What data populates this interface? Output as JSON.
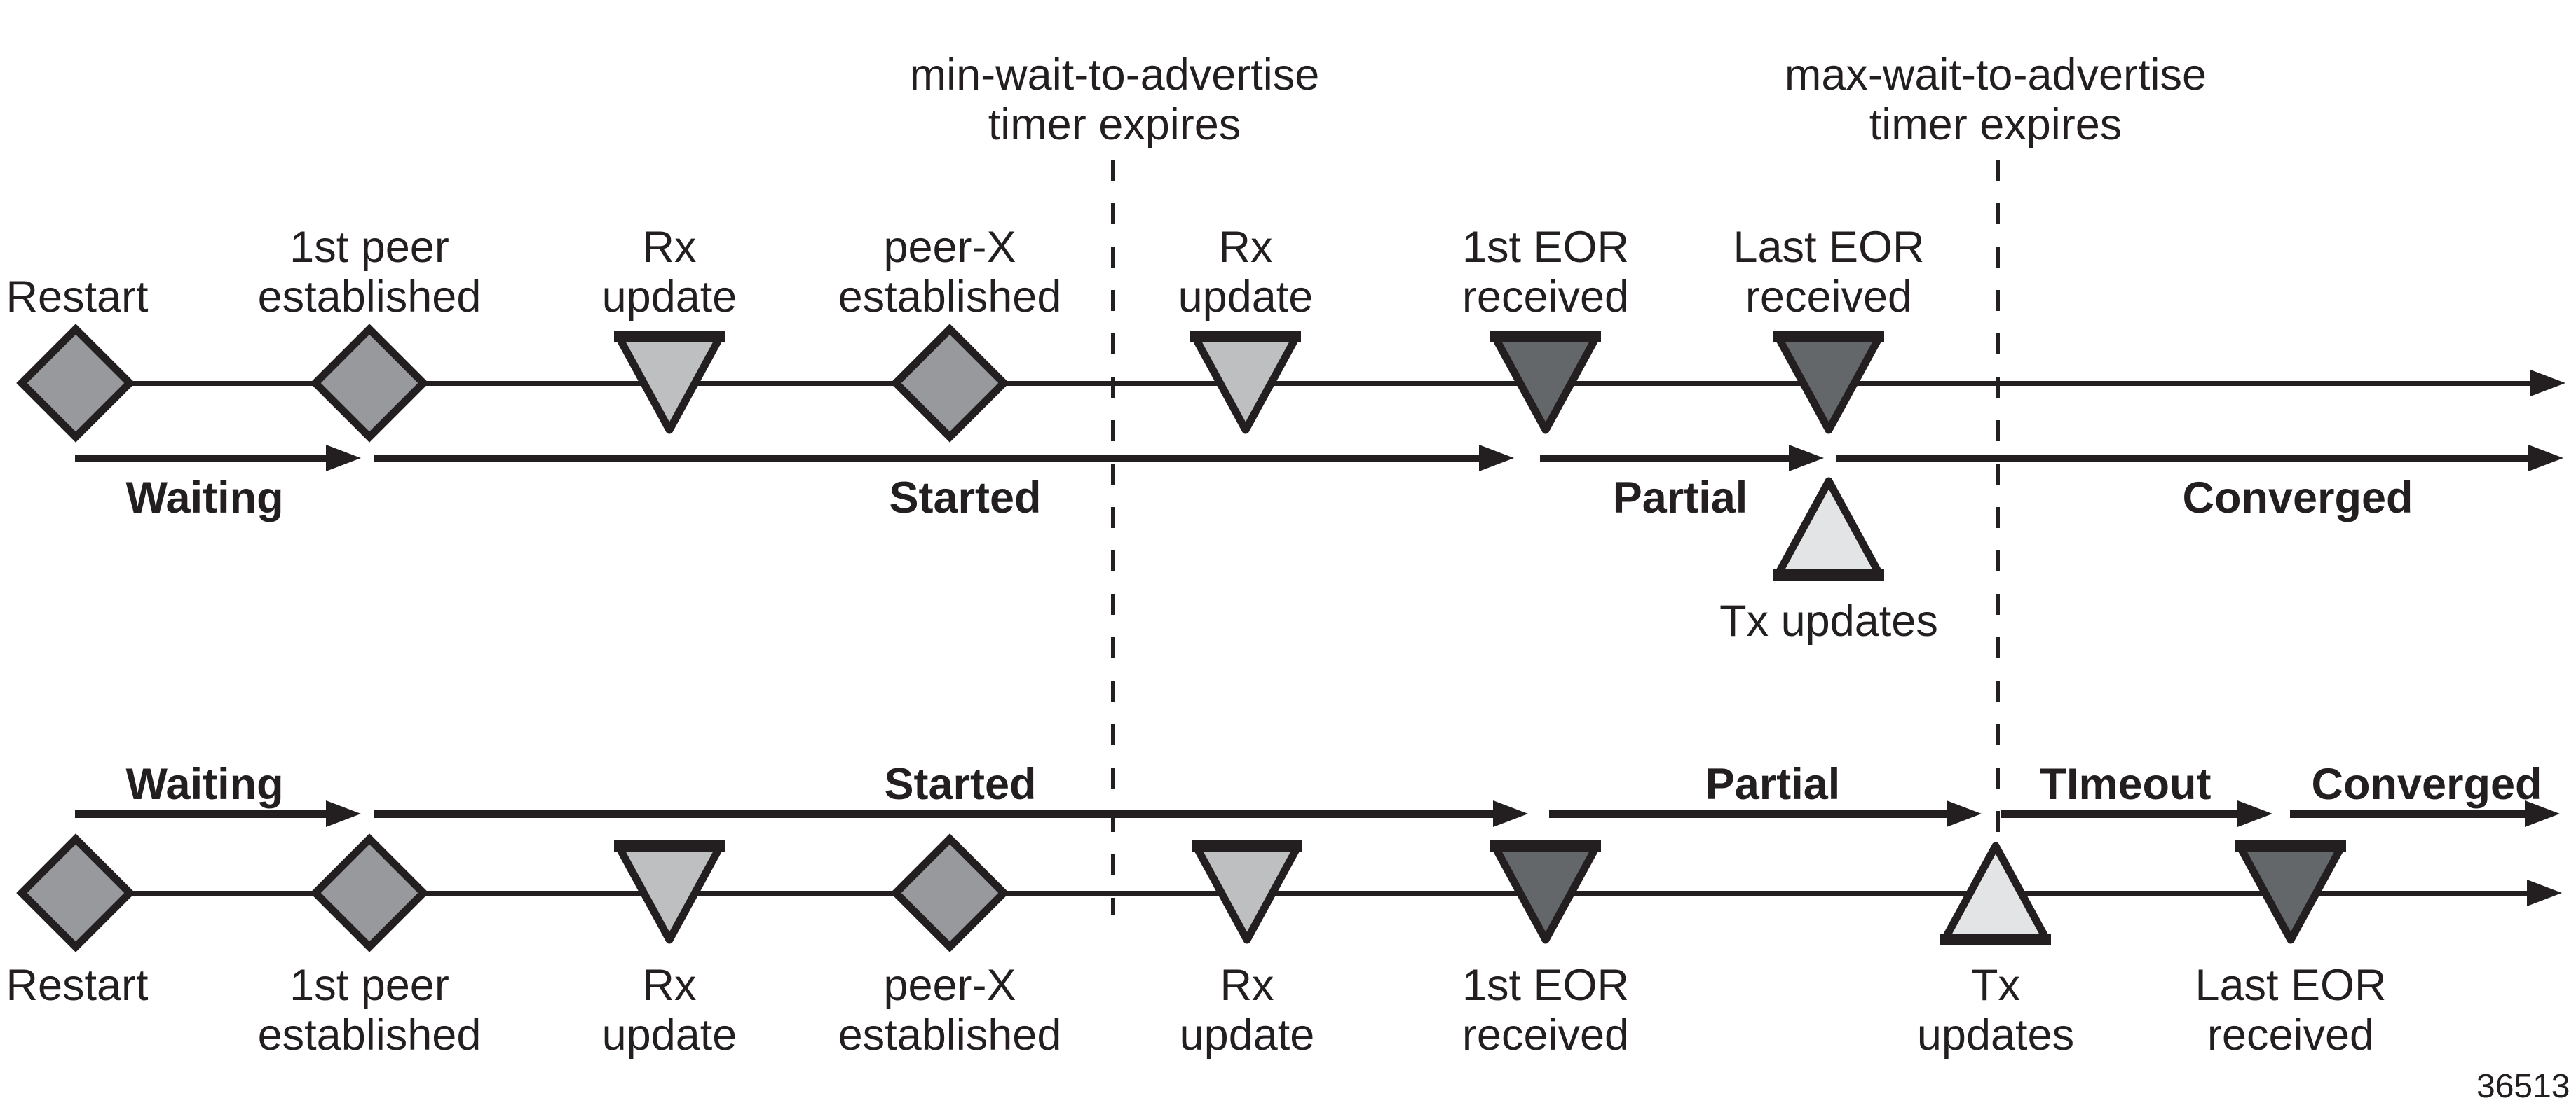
{
  "figure_number": "36513",
  "colors": {
    "ink": "#231f20",
    "diamond_fill": "#97999c",
    "rx_triangle_fill": "#bdbfc1",
    "eor_triangle_fill": "#64676a",
    "tx_triangle_fill": "#e3e4e5",
    "background": "#ffffff"
  },
  "timers": {
    "min": {
      "label": "min-wait-to-advertise\ntimer expires"
    },
    "max": {
      "label": "max-wait-to-advertise\ntimer expires"
    }
  },
  "top": {
    "events": [
      {
        "id": "restart",
        "label": "Restart",
        "marker": "diamond"
      },
      {
        "id": "first-peer-established",
        "label": "1st peer\nestablished",
        "marker": "diamond"
      },
      {
        "id": "rx-update-1",
        "label": "Rx\nupdate",
        "marker": "triangle-down-light"
      },
      {
        "id": "peer-x-established",
        "label": "peer-X\nestablished",
        "marker": "diamond"
      },
      {
        "id": "rx-update-2",
        "label": "Rx\nupdate",
        "marker": "triangle-down-light"
      },
      {
        "id": "first-eor-received",
        "label": "1st EOR\nreceived",
        "marker": "triangle-down-dark"
      },
      {
        "id": "last-eor-received",
        "label": "Last EOR\nreceived",
        "marker": "triangle-down-dark"
      },
      {
        "id": "tx-updates",
        "label": "Tx updates",
        "marker": "triangle-up-light"
      }
    ],
    "states": [
      {
        "label": "Waiting"
      },
      {
        "label": "Started"
      },
      {
        "label": "Partial"
      },
      {
        "label": "Converged"
      }
    ]
  },
  "bottom": {
    "states": [
      {
        "label": "Waiting"
      },
      {
        "label": "Started"
      },
      {
        "label": "Partial"
      },
      {
        "label": "TImeout"
      },
      {
        "label": "Converged"
      }
    ],
    "events": [
      {
        "id": "restart",
        "label": "Restart",
        "marker": "diamond"
      },
      {
        "id": "first-peer-established",
        "label": "1st peer\nestablished",
        "marker": "diamond"
      },
      {
        "id": "rx-update-1",
        "label": "Rx\nupdate",
        "marker": "triangle-down-light"
      },
      {
        "id": "peer-x-established",
        "label": "peer-X\nestablished",
        "marker": "diamond"
      },
      {
        "id": "rx-update-2",
        "label": "Rx\nupdate",
        "marker": "triangle-down-light"
      },
      {
        "id": "first-eor-received",
        "label": "1st EOR\nreceived",
        "marker": "triangle-down-dark"
      },
      {
        "id": "tx-updates",
        "label": "Tx\nupdates",
        "marker": "triangle-up-light"
      },
      {
        "id": "last-eor-received",
        "label": "Last EOR\nreceived",
        "marker": "triangle-down-dark"
      }
    ]
  }
}
